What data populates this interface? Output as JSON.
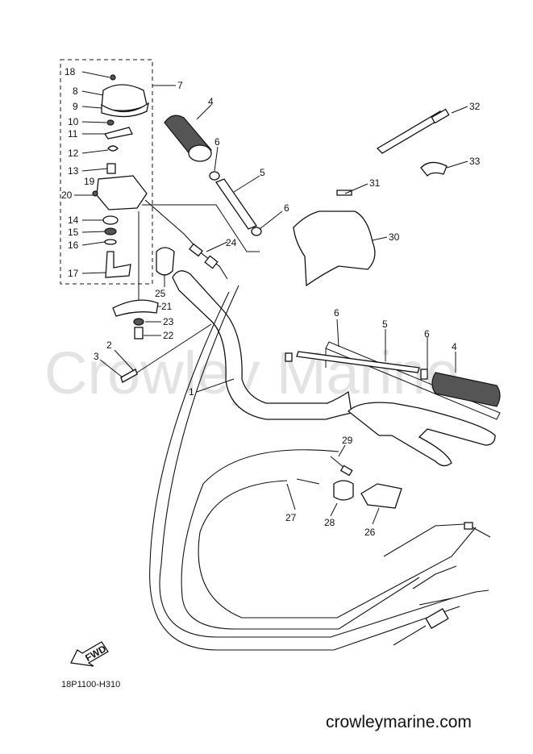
{
  "diagram": {
    "code": "18P1100-H310",
    "site": "crowleymarine.com",
    "watermark": "Crowley Marine",
    "fwd_label": "FWD",
    "callouts": [
      {
        "label": "18"
      },
      {
        "label": "8"
      },
      {
        "label": "9"
      },
      {
        "label": "10"
      },
      {
        "label": "11"
      },
      {
        "label": "12"
      },
      {
        "label": "13"
      },
      {
        "label": "20"
      },
      {
        "label": "19"
      },
      {
        "label": "14"
      },
      {
        "label": "15"
      },
      {
        "label": "16"
      },
      {
        "label": "17"
      },
      {
        "label": "7"
      },
      {
        "label": "4"
      },
      {
        "label": "6"
      },
      {
        "label": "5"
      },
      {
        "label": "6"
      },
      {
        "label": "24"
      },
      {
        "label": "25"
      },
      {
        "label": "21"
      },
      {
        "label": "23"
      },
      {
        "label": "22"
      },
      {
        "label": "2"
      },
      {
        "label": "3"
      },
      {
        "label": "1"
      },
      {
        "label": "32"
      },
      {
        "label": "33"
      },
      {
        "label": "31"
      },
      {
        "label": "30"
      },
      {
        "label": "6"
      },
      {
        "label": "5"
      },
      {
        "label": "6"
      },
      {
        "label": "4"
      },
      {
        "label": "29"
      },
      {
        "label": "27"
      },
      {
        "label": "28"
      },
      {
        "label": "26"
      }
    ]
  }
}
